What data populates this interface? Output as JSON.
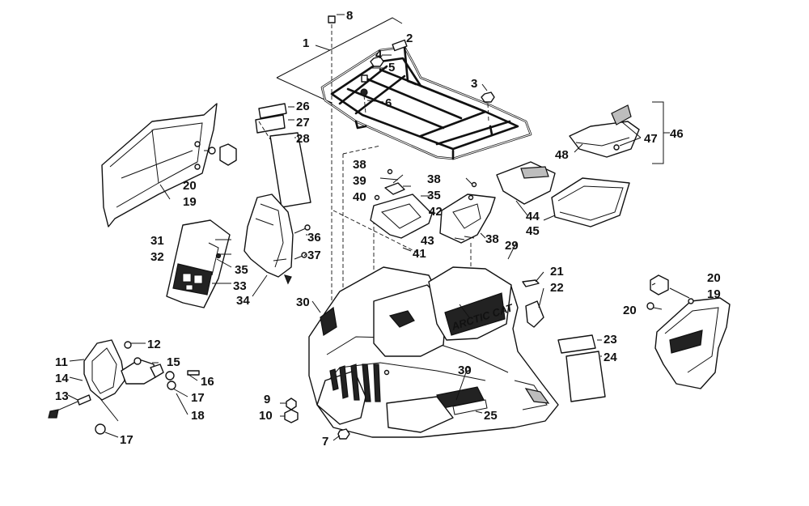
{
  "diagram": {
    "type": "exploded-parts-diagram",
    "callouts": [
      "1",
      "2",
      "3",
      "4",
      "5",
      "6",
      "7",
      "8",
      "9",
      "10",
      "11",
      "12",
      "13",
      "14",
      "15",
      "16",
      "17",
      "17",
      "18",
      "19",
      "19",
      "20",
      "20",
      "20",
      "21",
      "22",
      "23",
      "24",
      "25",
      "26",
      "27",
      "28",
      "29",
      "30",
      "30",
      "31",
      "32",
      "33",
      "34",
      "35",
      "35",
      "36",
      "37",
      "38",
      "38",
      "38",
      "39",
      "40",
      "41",
      "42",
      "43",
      "44",
      "45",
      "46",
      "47",
      "48"
    ],
    "decal_text": "ARCTIC CAT"
  }
}
